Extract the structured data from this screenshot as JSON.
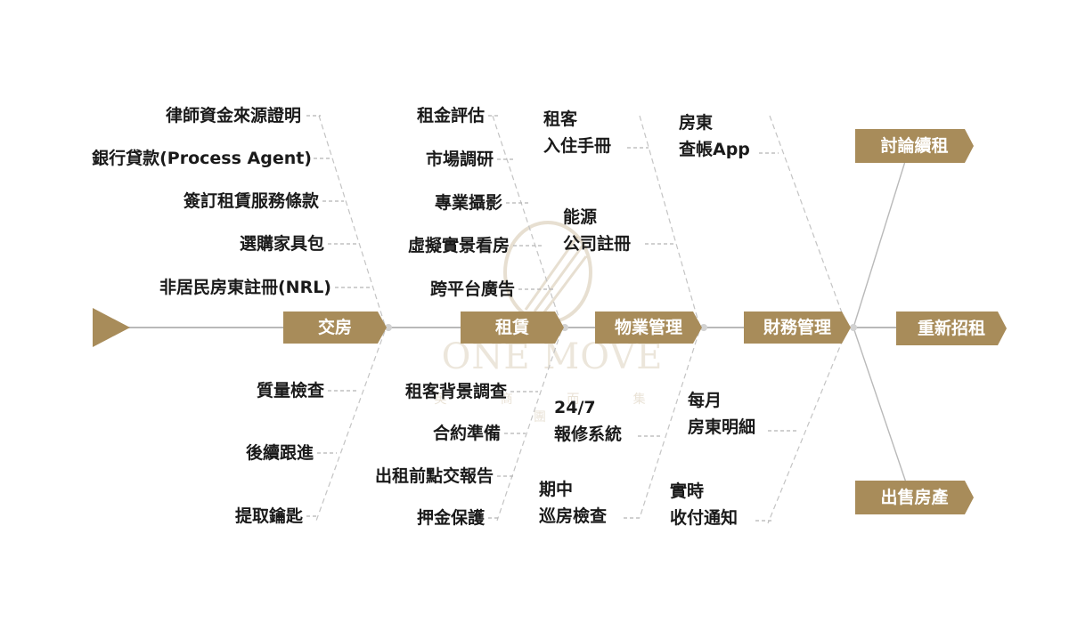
{
  "watermark": {
    "brand": "ONE MOVE",
    "subtitle": "英 商 而 集 團"
  },
  "stages": [
    "交房",
    "租賃",
    "物業管理",
    "財務管理"
  ],
  "outcomes": [
    "討論續租",
    "重新招租",
    "出售房產"
  ],
  "branches": {
    "handover_top": [
      "律師資金來源證明",
      "銀行貸款(Process Agent)",
      "簽訂租賃服務條款",
      "選購家具包",
      "非居民房東註冊(NRL)"
    ],
    "handover_bottom": [
      "質量檢查",
      "後續跟進",
      "提取鑰匙"
    ],
    "lease_top": [
      "租金評估",
      "市場調研",
      "專業攝影",
      "虛擬實景看房",
      "跨平台廣告"
    ],
    "lease_bottom": [
      "租客背景調查",
      "合約準備",
      "出租前點交報告",
      "押金保護"
    ],
    "property_top": [
      {
        "line1": "租客",
        "line2": "入住手冊"
      },
      {
        "line1": "能源",
        "line2": "公司註冊"
      }
    ],
    "property_bottom": [
      {
        "line1": "24/7",
        "line2": "報修系統"
      },
      {
        "line1": "期中",
        "line2": "巡房檢查"
      }
    ],
    "finance_top": [
      {
        "line1": "房東",
        "line2": "查帳App"
      }
    ],
    "finance_bottom": [
      {
        "line1": "每月",
        "line2": "房東明細"
      },
      {
        "line1": "實時",
        "line2": "收付通知"
      }
    ]
  },
  "colors": {
    "gold": "#a88c5a",
    "line": "#b9b9b9",
    "text": "#1a1a1a"
  }
}
